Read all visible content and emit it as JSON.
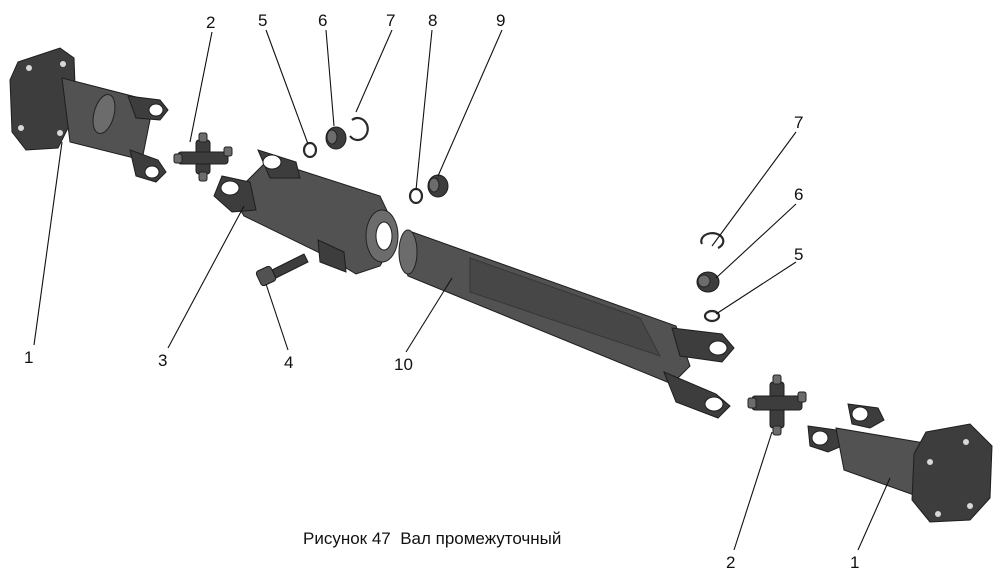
{
  "caption": "Рисунок 47  Вал промежуточный",
  "callouts": [
    {
      "id": "c1a",
      "text": "1"
    },
    {
      "id": "c2a",
      "text": "2"
    },
    {
      "id": "c3",
      "text": "3"
    },
    {
      "id": "c4",
      "text": "4"
    },
    {
      "id": "c5a",
      "text": "5"
    },
    {
      "id": "c6a",
      "text": "6"
    },
    {
      "id": "c7a",
      "text": "7"
    },
    {
      "id": "c8",
      "text": "8"
    },
    {
      "id": "c9",
      "text": "9"
    },
    {
      "id": "c10",
      "text": "10"
    },
    {
      "id": "c7b",
      "text": "7"
    },
    {
      "id": "c6b",
      "text": "6"
    },
    {
      "id": "c5b",
      "text": "5"
    },
    {
      "id": "c2b",
      "text": "2"
    },
    {
      "id": "c1b",
      "text": "1"
    }
  ]
}
